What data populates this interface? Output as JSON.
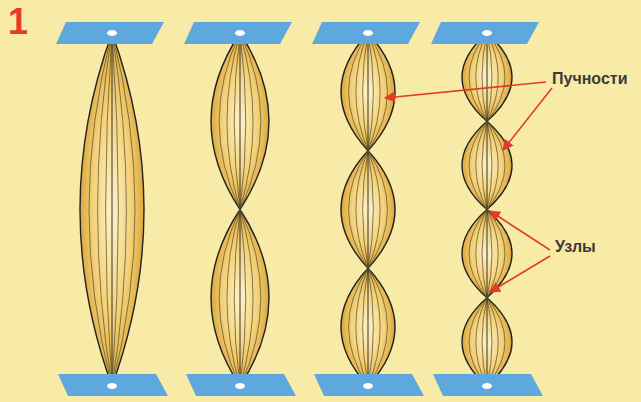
{
  "diagram": {
    "labels": [
      "1",
      "Пучности",
      "Узлы"
    ]
  }
}
